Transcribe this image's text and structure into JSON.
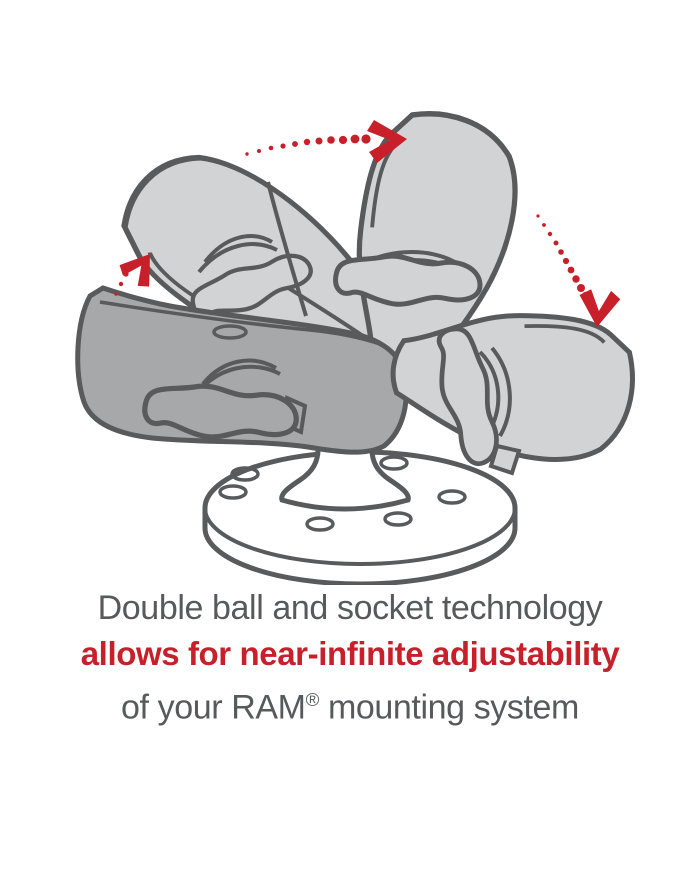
{
  "page": {
    "background": "#ffffff"
  },
  "illustration": {
    "description": "RAM double socket arm drawn in several rotated ghost positions around a ball on a round drill-down base plate, with red dotted arrows showing the range of motion",
    "colors": {
      "outline": "#595a5c",
      "arm_ghost_fill": "#d2d3d5",
      "arm_solid_fill": "#a7a8aa",
      "base_fill": "#ffffff",
      "arrow_red": "#c8202b"
    },
    "arrows": [
      {
        "id": "left-arrow",
        "direction": "up"
      },
      {
        "id": "top-arrow",
        "direction": "right"
      },
      {
        "id": "right-arrow",
        "direction": "down"
      }
    ]
  },
  "caption": {
    "line1": "Double ball and socket technology",
    "line2": "allows for near-infinite adjustability",
    "line3_pre": "of your RAM",
    "line3_reg": "®",
    "line3_post": " mounting system",
    "text_color": "#58595b",
    "highlight_color": "#c8202b"
  }
}
